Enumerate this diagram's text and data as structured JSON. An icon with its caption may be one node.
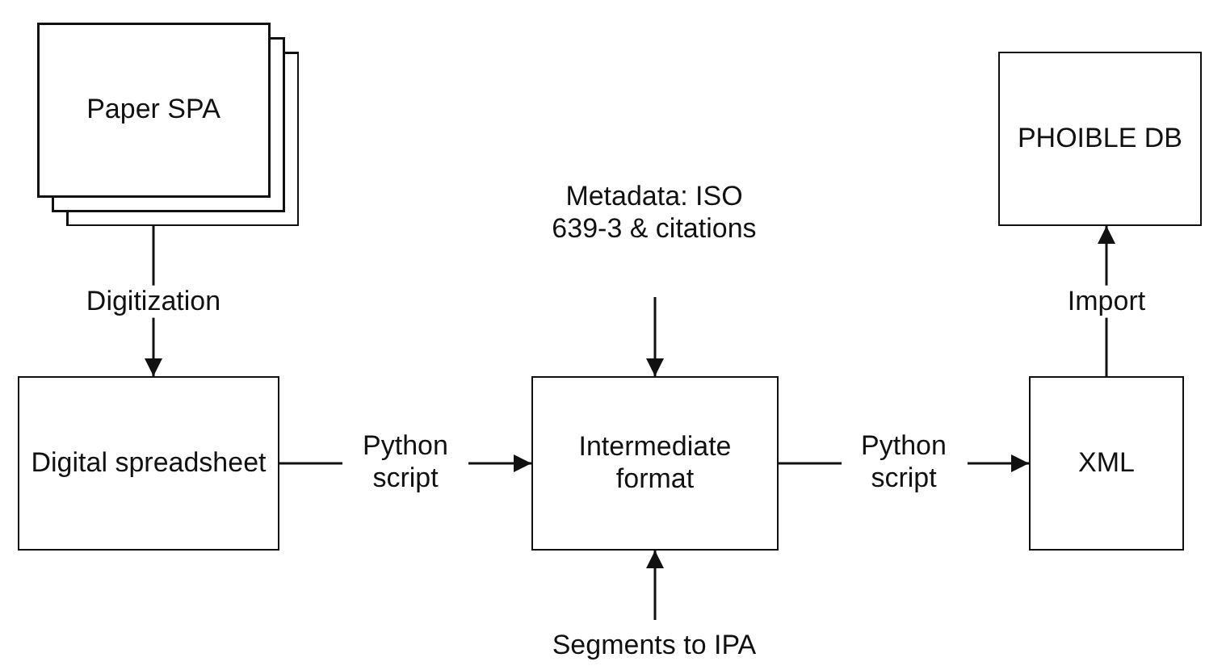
{
  "diagram": {
    "nodes": [
      {
        "text": [
          "Paper SPA"
        ]
      },
      {
        "text": [
          "PHOIBLE DB"
        ]
      },
      {
        "text": [
          "Metadata: ISO 639-3 & citations"
        ]
      },
      {
        "text": [
          "Digital spreadsheet"
        ]
      },
      {
        "text": [
          "Intermediate format"
        ]
      },
      {
        "text": [
          "XML"
        ]
      },
      {
        "text": [
          "Segments to IPA"
        ]
      }
    ],
    "edges": [
      {
        "from": 0,
        "to": 3,
        "arrow": "to",
        "label": "Digitization"
      },
      {
        "from": 3,
        "to": 4,
        "arrow": "to",
        "label": "Python script"
      },
      {
        "from": 2,
        "to": 4,
        "arrow": "to"
      },
      {
        "from": 6,
        "to": 4,
        "arrow": "to"
      },
      {
        "from": 4,
        "to": 5,
        "arrow": "to",
        "label": "Python script"
      },
      {
        "from": 5,
        "to": 1,
        "arrow": "to",
        "label": "Import"
      }
    ]
  }
}
